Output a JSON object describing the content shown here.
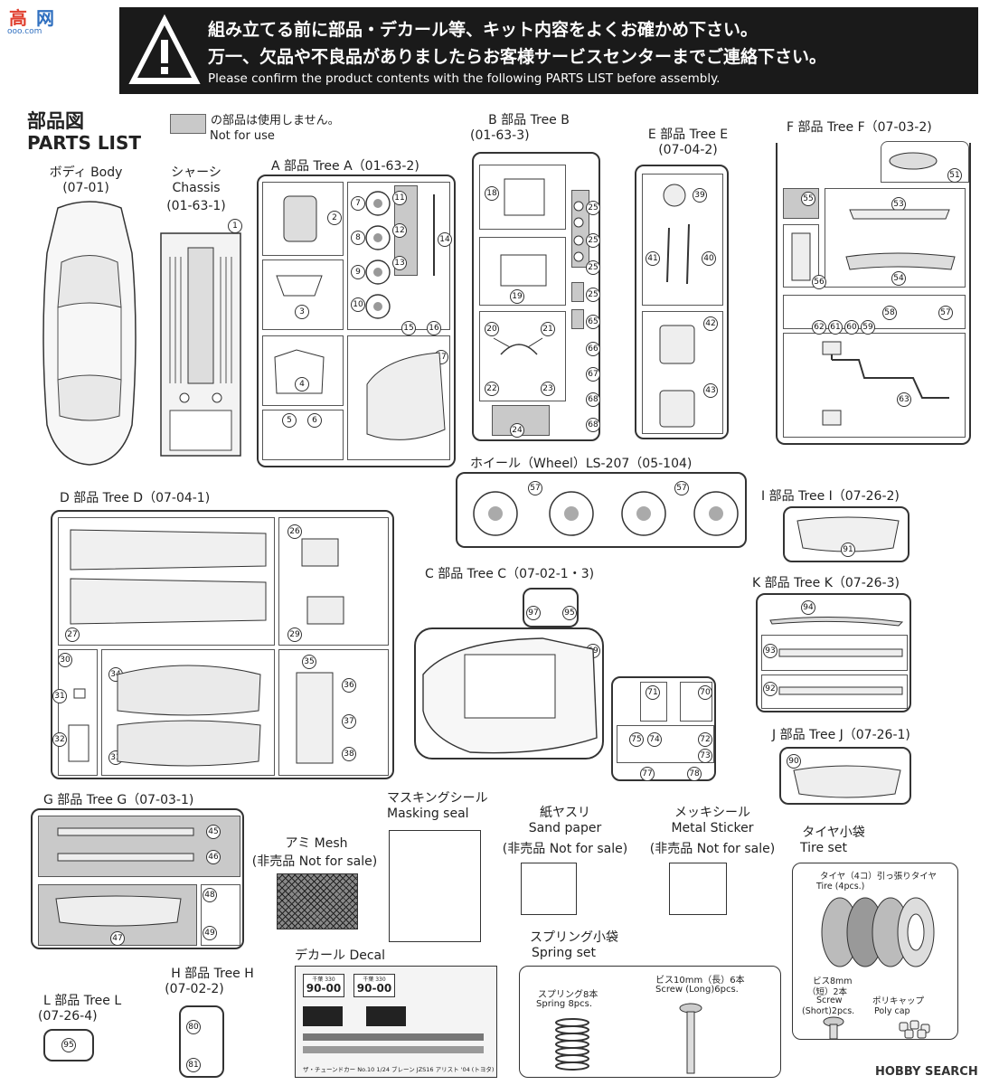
{
  "watermark": {
    "top": "高",
    "bottom": "网",
    "url": "ooo.com"
  },
  "banner": {
    "line1": "組み立てる前に部品・デカール等、キット内容をよくお確かめ下さい。",
    "line2": "万一、欠品や不良品がありましたらお客様サービスセンターまでご連絡下さい。",
    "line3": "Please confirm the product contents with the following PARTS LIST before assembly.",
    "warning_icon": "warning-triangle-icon"
  },
  "heading": {
    "jp": "部品図",
    "en": "PARTS LIST"
  },
  "legend": {
    "jp": "の部品は使用しません。",
    "en": "Not for use",
    "swatch_color": "#c9c9c9"
  },
  "body": {
    "title": "ボディ Body",
    "code": "(07-01)"
  },
  "chassis": {
    "jp": "シャーシ",
    "en": "Chassis",
    "code": "(01-63-1)",
    "part": "1"
  },
  "treeA": {
    "title": "A 部品 Tree A（01-63-2)",
    "parts": [
      "2",
      "3",
      "4",
      "5",
      "6",
      "7",
      "8",
      "9",
      "10",
      "11",
      "12",
      "13",
      "14",
      "15",
      "16",
      "17"
    ]
  },
  "treeB": {
    "title": "B 部品 Tree B",
    "code": "(01-63-3)",
    "parts": [
      "18",
      "19",
      "20",
      "21",
      "22",
      "23",
      "24",
      "25",
      "25",
      "25",
      "25",
      "65",
      "66",
      "67",
      "68",
      "68"
    ]
  },
  "treeE": {
    "title": "E 部品 Tree E",
    "code": "(07-04-2)",
    "parts": [
      "39",
      "40",
      "41",
      "42",
      "43"
    ]
  },
  "treeF": {
    "title": "F 部品 Tree F（07-03-2)",
    "parts": [
      "51",
      "53",
      "54",
      "55",
      "56",
      "57",
      "58",
      "59",
      "60",
      "61",
      "62",
      "63"
    ]
  },
  "wheel": {
    "title": "ホイール（Wheel）LS-207（05-104)",
    "parts": [
      "57",
      "57"
    ]
  },
  "treeI": {
    "title": "I 部品 Tree I（07-26-2)",
    "parts": [
      "91"
    ]
  },
  "treeD": {
    "title": "D 部品 Tree D（07-04-1)",
    "parts": [
      "26",
      "27",
      "29",
      "30",
      "31",
      "32",
      "33",
      "34",
      "35",
      "36",
      "37",
      "38"
    ]
  },
  "treeC": {
    "title": "C 部品 Tree C（07-02-1・3)",
    "parts": [
      "95",
      "97",
      "69",
      "70",
      "71",
      "72",
      "73",
      "74",
      "75",
      "77",
      "78"
    ]
  },
  "treeK": {
    "title": "K 部品 Tree K（07-26-3)",
    "parts": [
      "94",
      "93",
      "92"
    ]
  },
  "treeJ": {
    "title": "J 部品 Tree J（07-26-1)",
    "parts": [
      "90"
    ]
  },
  "treeG": {
    "title": "G 部品 Tree G（07-03-1)",
    "parts": [
      "45",
      "46",
      "47",
      "48",
      "49"
    ]
  },
  "mesh": {
    "title": "アミ Mesh",
    "note": "(非売品 Not for sale)"
  },
  "masking": {
    "jp": "マスキングシール",
    "en": "Masking seal"
  },
  "sandpaper": {
    "jp": "紙ヤスリ",
    "en": "Sand paper",
    "note": "(非売品 Not for sale)"
  },
  "metal": {
    "jp": "メッキシール",
    "en": "Metal Sticker",
    "note": "(非売品 Not for sale)"
  },
  "tireset": {
    "jp": "タイヤ小袋",
    "en": "Tire set",
    "tire_label": "タイヤ（4コ）引っ張りタイヤ",
    "tire_en": "Tire (4pcs.)",
    "screw_label": "ビス8mm",
    "screw_label2": "（短）2本",
    "screw_en": "Screw",
    "screw_en2": "(Short)2pcs.",
    "poly_jp": "ポリキャップ",
    "poly_en": "Poly cap"
  },
  "treeH": {
    "title": "H 部品 Tree H",
    "code": "(07-02-2)",
    "parts": [
      "80",
      "81"
    ]
  },
  "treeL": {
    "title": "L 部品 Tree L",
    "code": "(07-26-4)",
    "parts": [
      "95"
    ]
  },
  "decal": {
    "title": "デカール Decal",
    "plate": "90-00",
    "plate_top": "千葉 330",
    "caption": "ザ・チューンドカー No.10 1/24 ブレーン JZS16 アリスト '04 (トヨタ)"
  },
  "spring": {
    "jp": "スプリング小袋",
    "en": "Spring set",
    "spring_label": "スプリング8本",
    "spring_en": "Spring 8pcs.",
    "screw_label": "ビス10mm（長）6本",
    "screw_en": "Screw (Long)6pcs."
  },
  "footer": {
    "logo": "HOBBY SEARCH"
  }
}
